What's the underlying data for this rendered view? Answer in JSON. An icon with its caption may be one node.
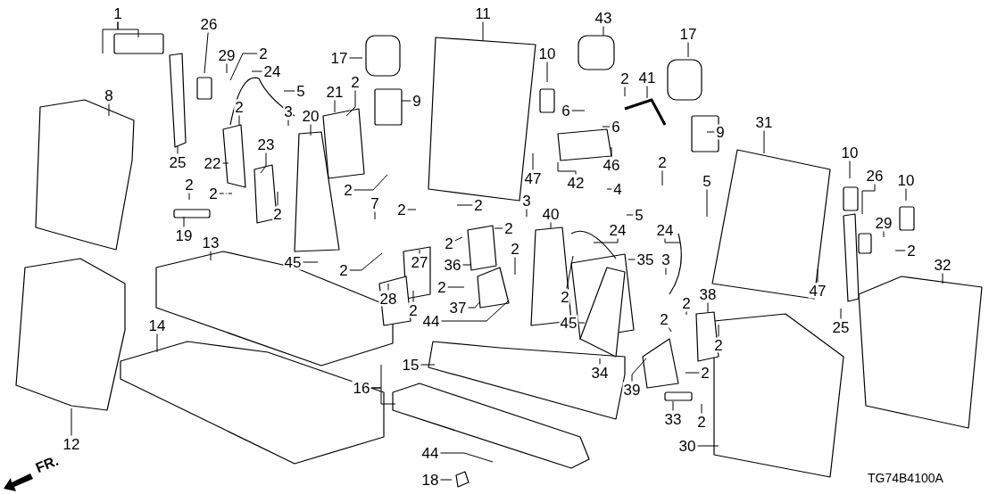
{
  "diagram": {
    "nodes": [
      {
        "text": [
          "1"
        ]
      },
      {
        "text": [
          "26"
        ]
      },
      {
        "text": [
          "29"
        ]
      },
      {
        "text": [
          "2"
        ]
      },
      {
        "text": [
          "24"
        ]
      },
      {
        "text": [
          "5"
        ]
      },
      {
        "text": [
          "8"
        ]
      },
      {
        "text": [
          "25"
        ]
      },
      {
        "text": [
          "2"
        ]
      },
      {
        "text": [
          "3"
        ]
      },
      {
        "text": [
          "20"
        ]
      },
      {
        "text": [
          "22"
        ]
      },
      {
        "text": [
          "23"
        ]
      },
      {
        "text": [
          "2"
        ]
      },
      {
        "text": [
          "2"
        ]
      },
      {
        "text": [
          "2"
        ]
      },
      {
        "text": [
          "19"
        ]
      },
      {
        "text": [
          "13"
        ]
      },
      {
        "text": [
          "17"
        ]
      },
      {
        "text": [
          "21"
        ]
      },
      {
        "text": [
          "2"
        ]
      },
      {
        "text": [
          "9"
        ]
      },
      {
        "text": [
          "11"
        ]
      },
      {
        "text": [
          "10"
        ]
      },
      {
        "text": [
          "43"
        ]
      },
      {
        "text": [
          "2"
        ]
      },
      {
        "text": [
          "41"
        ]
      },
      {
        "text": [
          "6"
        ]
      },
      {
        "text": [
          "6"
        ]
      },
      {
        "text": [
          "47"
        ]
      },
      {
        "text": [
          "42"
        ]
      },
      {
        "text": [
          "46"
        ]
      },
      {
        "text": [
          "4"
        ]
      },
      {
        "text": [
          "5"
        ]
      },
      {
        "text": [
          "2"
        ]
      },
      {
        "text": [
          "7"
        ]
      },
      {
        "text": [
          "2"
        ]
      },
      {
        "text": [
          "2"
        ]
      },
      {
        "text": [
          "2"
        ]
      },
      {
        "text": [
          "2"
        ]
      },
      {
        "text": [
          "3"
        ]
      },
      {
        "text": [
          "40"
        ]
      },
      {
        "text": [
          "24"
        ]
      },
      {
        "text": [
          "24"
        ]
      },
      {
        "text": [
          "17"
        ]
      },
      {
        "text": [
          "9"
        ]
      },
      {
        "text": [
          "2"
        ]
      },
      {
        "text": [
          "5"
        ]
      },
      {
        "text": [
          "31"
        ]
      },
      {
        "text": [
          "10"
        ]
      },
      {
        "text": [
          "26"
        ]
      },
      {
        "text": [
          "29"
        ]
      },
      {
        "text": [
          "10"
        ]
      },
      {
        "text": [
          "2"
        ]
      },
      {
        "text": [
          "3"
        ]
      },
      {
        "text": [
          "47"
        ]
      },
      {
        "text": [
          "25"
        ]
      },
      {
        "text": [
          "32"
        ]
      },
      {
        "text": [
          "38"
        ]
      },
      {
        "text": [
          "2"
        ]
      },
      {
        "text": [
          "2"
        ]
      },
      {
        "text": [
          "2"
        ]
      },
      {
        "text": [
          "2"
        ]
      },
      {
        "text": [
          "33"
        ]
      },
      {
        "text": [
          "2"
        ]
      },
      {
        "text": [
          "30"
        ]
      },
      {
        "text": [
          "27"
        ]
      },
      {
        "text": [
          "36"
        ]
      },
      {
        "text": [
          "2"
        ]
      },
      {
        "text": [
          "2"
        ]
      },
      {
        "text": [
          "28"
        ]
      },
      {
        "text": [
          "2"
        ]
      },
      {
        "text": [
          "2"
        ]
      },
      {
        "text": [
          "37"
        ]
      },
      {
        "text": [
          "44"
        ]
      },
      {
        "text": [
          "2"
        ]
      },
      {
        "text": [
          "35"
        ]
      },
      {
        "text": [
          "45"
        ]
      },
      {
        "text": [
          "34"
        ]
      },
      {
        "text": [
          "39"
        ]
      },
      {
        "text": [
          "45"
        ]
      },
      {
        "text": [
          "15"
        ]
      },
      {
        "text": [
          "16"
        ]
      },
      {
        "text": [
          "44"
        ]
      },
      {
        "text": [
          "18"
        ]
      },
      {
        "text": [
          "14"
        ]
      },
      {
        "text": [
          "12"
        ]
      }
    ],
    "edges": [
      {
        "from": 0,
        "to": null,
        "arrow": "none"
      },
      {
        "from": 0,
        "to": null,
        "arrow": "none"
      },
      {
        "from": 1,
        "to": null,
        "arrow": "none"
      },
      {
        "from": 2,
        "to": null,
        "arrow": "none"
      },
      {
        "from": 3,
        "to": null,
        "arrow": "none"
      },
      {
        "from": 4,
        "to": null,
        "arrow": "none"
      },
      {
        "from": 5,
        "to": null,
        "arrow": "none"
      },
      {
        "from": 6,
        "to": null,
        "arrow": "none"
      },
      {
        "from": 7,
        "to": null,
        "arrow": "none"
      },
      {
        "from": 8,
        "to": null,
        "arrow": "none"
      },
      {
        "from": 9,
        "to": null,
        "arrow": "none"
      },
      {
        "from": 10,
        "to": null,
        "arrow": "none"
      },
      {
        "from": 11,
        "to": null,
        "arrow": "none"
      },
      {
        "from": 12,
        "to": null,
        "arrow": "none"
      },
      {
        "from": 13,
        "to": null,
        "arrow": "none"
      },
      {
        "from": 14,
        "to": null,
        "arrow": "none",
        "style": "dashed"
      },
      {
        "from": 15,
        "to": null,
        "arrow": "none"
      },
      {
        "from": 16,
        "to": null,
        "arrow": "none"
      },
      {
        "from": 17,
        "to": null,
        "arrow": "none"
      },
      {
        "from": 18,
        "to": null,
        "arrow": "none"
      },
      {
        "from": 19,
        "to": null,
        "arrow": "none"
      },
      {
        "from": 20,
        "to": null,
        "arrow": "none"
      },
      {
        "from": 21,
        "to": null,
        "arrow": "none"
      },
      {
        "from": 22,
        "to": null,
        "arrow": "none"
      },
      {
        "from": 23,
        "to": null,
        "arrow": "none"
      },
      {
        "from": 24,
        "to": null,
        "arrow": "none"
      },
      {
        "from": 25,
        "to": null,
        "arrow": "none"
      },
      {
        "from": 26,
        "to": null,
        "arrow": "none"
      },
      {
        "from": 27,
        "to": null,
        "arrow": "none"
      },
      {
        "from": 28,
        "to": null,
        "arrow": "none"
      },
      {
        "from": 29,
        "to": null,
        "arrow": "none"
      },
      {
        "from": 30,
        "to": null,
        "arrow": "none"
      },
      {
        "from": 31,
        "to": null,
        "arrow": "none"
      },
      {
        "from": 32,
        "to": null,
        "arrow": "none"
      },
      {
        "from": 33,
        "to": null,
        "arrow": "none"
      },
      {
        "from": 34,
        "to": null,
        "arrow": "none"
      },
      {
        "from": 35,
        "to": null,
        "arrow": "none"
      },
      {
        "from": 36,
        "to": null,
        "arrow": "none"
      },
      {
        "from": 37,
        "to": null,
        "arrow": "none"
      },
      {
        "from": 38,
        "to": null,
        "arrow": "none"
      },
      {
        "from": 39,
        "to": null,
        "arrow": "none"
      },
      {
        "from": 40,
        "to": null,
        "arrow": "none"
      },
      {
        "from": 41,
        "to": null,
        "arrow": "none"
      },
      {
        "from": 42,
        "to": null,
        "arrow": "none"
      },
      {
        "from": 43,
        "to": null,
        "arrow": "none"
      },
      {
        "from": 44,
        "to": null,
        "arrow": "none"
      },
      {
        "from": 45,
        "to": null,
        "arrow": "none"
      },
      {
        "from": 46,
        "to": null,
        "arrow": "none"
      },
      {
        "from": 47,
        "to": null,
        "arrow": "none"
      },
      {
        "from": 48,
        "to": null,
        "arrow": "none"
      },
      {
        "from": 49,
        "to": null,
        "arrow": "none"
      },
      {
        "from": 50,
        "to": null,
        "arrow": "none"
      },
      {
        "from": 51,
        "to": null,
        "arrow": "none"
      },
      {
        "from": 52,
        "to": null,
        "arrow": "none"
      },
      {
        "from": 53,
        "to": null,
        "arrow": "none"
      },
      {
        "from": 54,
        "to": null,
        "arrow": "none"
      },
      {
        "from": 55,
        "to": null,
        "arrow": "none"
      },
      {
        "from": 56,
        "to": null,
        "arrow": "none"
      },
      {
        "from": 57,
        "to": null,
        "arrow": "none"
      },
      {
        "from": 58,
        "to": null,
        "arrow": "none"
      },
      {
        "from": 59,
        "to": null,
        "arrow": "none"
      },
      {
        "from": 60,
        "to": null,
        "arrow": "none"
      },
      {
        "from": 61,
        "to": null,
        "arrow": "none"
      },
      {
        "from": 62,
        "to": null,
        "arrow": "none"
      },
      {
        "from": 63,
        "to": null,
        "arrow": "none"
      },
      {
        "from": 64,
        "to": null,
        "arrow": "none"
      },
      {
        "from": 65,
        "to": null,
        "arrow": "none"
      },
      {
        "from": 66,
        "to": null,
        "arrow": "none"
      },
      {
        "from": 67,
        "to": null,
        "arrow": "none"
      },
      {
        "from": 68,
        "to": null,
        "arrow": "none"
      },
      {
        "from": 69,
        "to": null,
        "arrow": "none"
      },
      {
        "from": 70,
        "to": null,
        "arrow": "none"
      },
      {
        "from": 71,
        "to": null,
        "arrow": "none"
      },
      {
        "from": 72,
        "to": null,
        "arrow": "none"
      },
      {
        "from": 73,
        "to": null,
        "arrow": "none"
      },
      {
        "from": 74,
        "to": null,
        "arrow": "none"
      },
      {
        "from": 75,
        "to": null,
        "arrow": "none"
      },
      {
        "from": 76,
        "to": null,
        "arrow": "none"
      },
      {
        "from": 77,
        "to": null,
        "arrow": "none"
      },
      {
        "from": 78,
        "to": null,
        "arrow": "none"
      },
      {
        "from": 79,
        "to": null,
        "arrow": "none"
      },
      {
        "from": 80,
        "to": null,
        "arrow": "none"
      },
      {
        "from": 81,
        "to": null,
        "arrow": "none"
      },
      {
        "from": 82,
        "to": null,
        "arrow": "none"
      },
      {
        "from": 82,
        "to": null,
        "arrow": "none"
      },
      {
        "from": 83,
        "to": null,
        "arrow": "none"
      },
      {
        "from": 84,
        "to": null,
        "arrow": "none"
      },
      {
        "from": 85,
        "to": null,
        "arrow": "none"
      },
      {
        "from": 86,
        "to": null,
        "arrow": "none"
      }
    ],
    "labels": [
      "FR.",
      "TG74B4100A"
    ]
  }
}
